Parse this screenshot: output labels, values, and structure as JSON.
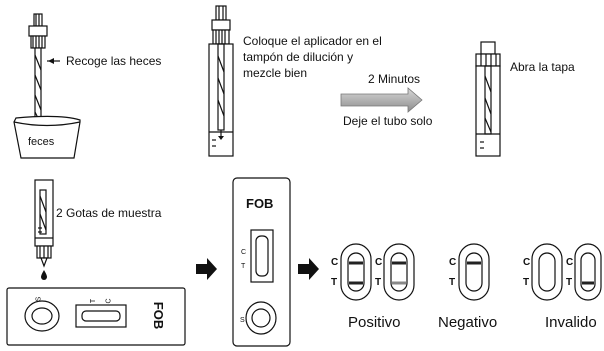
{
  "steps": {
    "collect": "Recoge las heces",
    "container": "feces",
    "place_line1": "Coloque el aplicador en el",
    "place_line2": "tampón de dilución y",
    "place_line3": "mezcle bien",
    "wait": "2 Minutos",
    "leave": "Deje el tubo solo",
    "open": "Abra la tapa",
    "drops": "2 Gotas de muestra"
  },
  "cassette": {
    "brand": "FOB",
    "sample_mark": "S",
    "control_mark": "C",
    "test_mark": "T"
  },
  "results": {
    "positive": "Positivo",
    "negative": "Negativo",
    "invalid": "Invalido"
  },
  "colors": {
    "line": "#111111",
    "arrow": "#9a9a9a",
    "band": "#222222"
  },
  "icons": [
    "right-arrow-icon",
    "drop-icon"
  ]
}
